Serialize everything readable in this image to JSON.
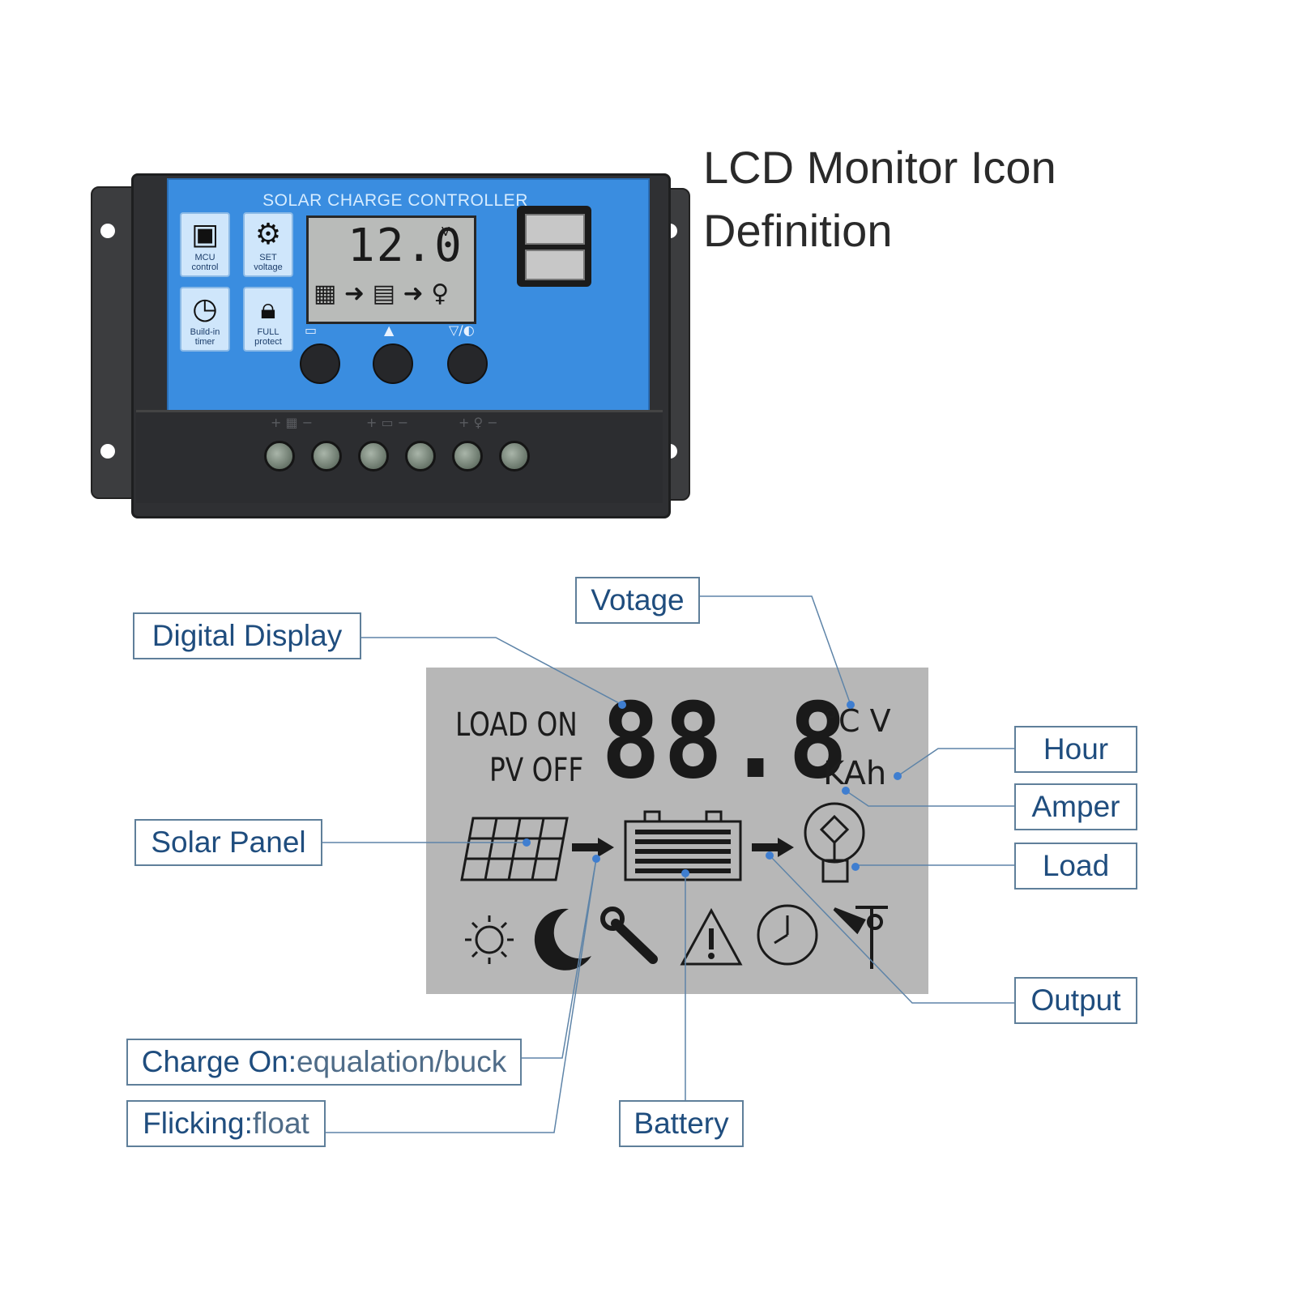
{
  "headline": {
    "line1": "LCD Monitor Icon",
    "line2": "Definition"
  },
  "device": {
    "panel_title": "SOLAR CHARGE CONTROLLER",
    "display_value": "12.0",
    "display_unit": "V",
    "features": [
      {
        "line1": "MCU",
        "line2": "control",
        "icon": "chip-icon"
      },
      {
        "line1": "SET",
        "line2": "voltage",
        "icon": "gear-icon"
      },
      {
        "line1": "Build-in",
        "line2": "timer",
        "icon": "clock-icon"
      },
      {
        "line1": "FULL",
        "line2": "protect",
        "icon": "lock-icon"
      }
    ],
    "button_symbols": [
      "▭",
      "▲",
      "▽/◐"
    ],
    "terminal_symbols": [
      "+ ▦ −",
      "+ ▭ −",
      "+ ♀ −"
    ]
  },
  "lcd": {
    "load_on": "LOAD ON",
    "pv_off": "PV OFF",
    "digits": "88.8",
    "unit_top": "°C V",
    "unit_bottom": "KAh"
  },
  "callouts": {
    "votage": "Votage",
    "digital_display": "Digital Display",
    "hour": "Hour",
    "amper": "Amper",
    "load": "Load",
    "solar_panel": "Solar Panel",
    "output": "Output",
    "charge_on_label": "Charge On:",
    "charge_on_value": "equalation/buck",
    "flicking_label": "Flicking:",
    "flicking_value": "float",
    "battery": "Battery"
  },
  "colors": {
    "callout_text": "#1f4d7e",
    "callout_border": "#5f7f9a",
    "panel_blue": "#3a8de0",
    "lcd_gray": "#b7b7b7",
    "leader_line": "#5e84a8",
    "marker": "#3f7ed0"
  }
}
